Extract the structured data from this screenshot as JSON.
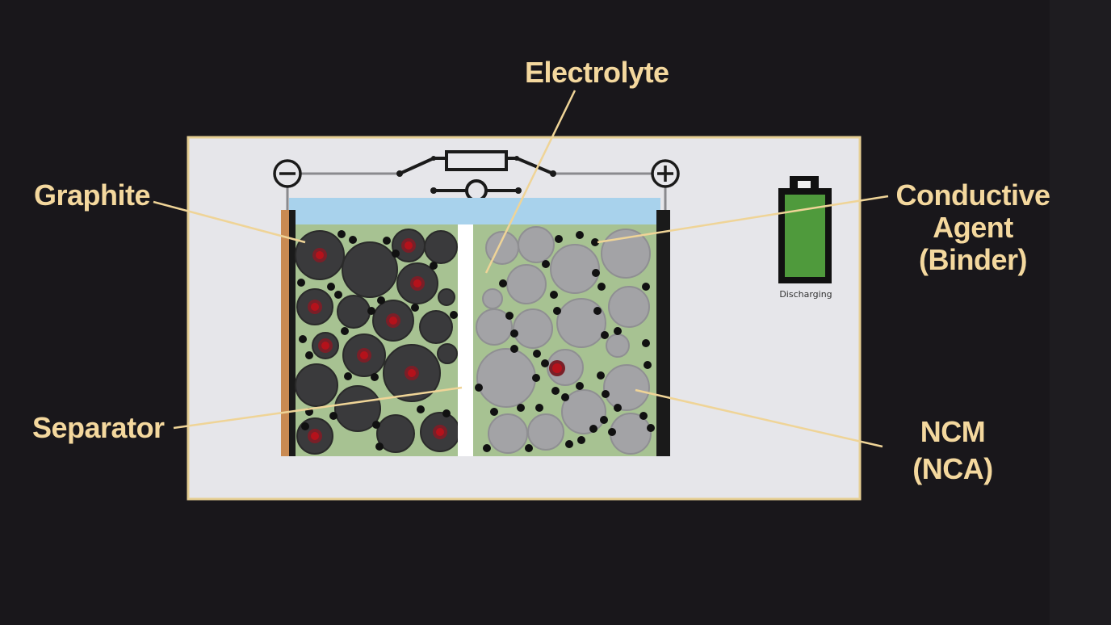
{
  "labels": {
    "electrolyte": "Electrolyte",
    "graphite": "Graphite",
    "separator": "Separator",
    "conductive_agent": [
      "Conductive",
      "Agent",
      "(Binder)"
    ],
    "ncm": [
      "NCM",
      "(NCA)"
    ]
  },
  "battery_status": {
    "text": "Discharging",
    "icon": "battery-full-icon"
  },
  "terminals": {
    "negative": "minus-terminal-icon",
    "positive": "plus-terminal-icon"
  },
  "colors": {
    "background": "#19171b",
    "label": "#f4d89e",
    "panel": "#e6e6ea",
    "electrolyte": "#a8d2ec",
    "binder_matrix": "#a7c292",
    "graphite": "#3a3a3c",
    "ncm": "#a3a3a6",
    "lithium": "#b5121b",
    "copper_collector": "#c98a52",
    "battery_fill": "#4f9a3c"
  }
}
